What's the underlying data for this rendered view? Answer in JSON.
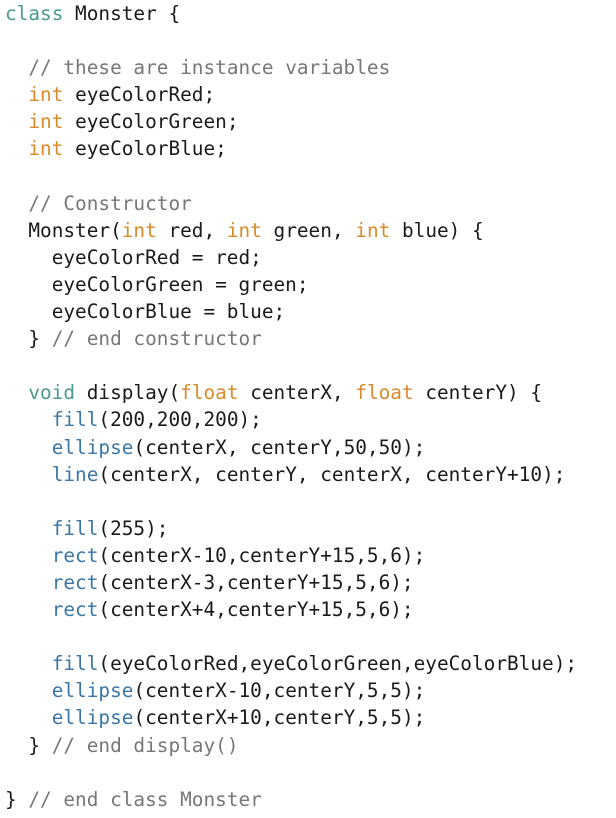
{
  "code": {
    "language": "Processing",
    "colors": {
      "keyword": "#4a9a8d",
      "type": "#d98a2a",
      "function": "#3a77a6",
      "comment": "#777777",
      "plain": "#1a1a1a",
      "background": "#ffffff"
    },
    "lines": [
      [
        {
          "t": "keyword",
          "v": "class"
        },
        {
          "t": "plain",
          "v": " Monster {"
        }
      ],
      [],
      [
        {
          "t": "plain",
          "v": "  "
        },
        {
          "t": "comment",
          "v": "// these are instance variables"
        }
      ],
      [
        {
          "t": "plain",
          "v": "  "
        },
        {
          "t": "type",
          "v": "int"
        },
        {
          "t": "plain",
          "v": " eyeColorRed;"
        }
      ],
      [
        {
          "t": "plain",
          "v": "  "
        },
        {
          "t": "type",
          "v": "int"
        },
        {
          "t": "plain",
          "v": " eyeColorGreen;"
        }
      ],
      [
        {
          "t": "plain",
          "v": "  "
        },
        {
          "t": "type",
          "v": "int"
        },
        {
          "t": "plain",
          "v": " eyeColorBlue;"
        }
      ],
      [],
      [
        {
          "t": "plain",
          "v": "  "
        },
        {
          "t": "comment",
          "v": "// Constructor"
        }
      ],
      [
        {
          "t": "plain",
          "v": "  Monster("
        },
        {
          "t": "type",
          "v": "int"
        },
        {
          "t": "plain",
          "v": " red, "
        },
        {
          "t": "type",
          "v": "int"
        },
        {
          "t": "plain",
          "v": " green, "
        },
        {
          "t": "type",
          "v": "int"
        },
        {
          "t": "plain",
          "v": " blue) {"
        }
      ],
      [
        {
          "t": "plain",
          "v": "    eyeColorRed = red;"
        }
      ],
      [
        {
          "t": "plain",
          "v": "    eyeColorGreen = green;"
        }
      ],
      [
        {
          "t": "plain",
          "v": "    eyeColorBlue = blue;"
        }
      ],
      [
        {
          "t": "plain",
          "v": "  } "
        },
        {
          "t": "comment",
          "v": "// end constructor"
        }
      ],
      [],
      [
        {
          "t": "plain",
          "v": "  "
        },
        {
          "t": "keyword",
          "v": "void"
        },
        {
          "t": "plain",
          "v": " display("
        },
        {
          "t": "type",
          "v": "float"
        },
        {
          "t": "plain",
          "v": " centerX, "
        },
        {
          "t": "type",
          "v": "float"
        },
        {
          "t": "plain",
          "v": " centerY) {"
        }
      ],
      [
        {
          "t": "plain",
          "v": "    "
        },
        {
          "t": "func",
          "v": "fill"
        },
        {
          "t": "plain",
          "v": "(200,200,200);"
        }
      ],
      [
        {
          "t": "plain",
          "v": "    "
        },
        {
          "t": "func",
          "v": "ellipse"
        },
        {
          "t": "plain",
          "v": "(centerX, centerY,50,50);"
        }
      ],
      [
        {
          "t": "plain",
          "v": "    "
        },
        {
          "t": "func",
          "v": "line"
        },
        {
          "t": "plain",
          "v": "(centerX, centerY, centerX, centerY+10);"
        }
      ],
      [],
      [
        {
          "t": "plain",
          "v": "    "
        },
        {
          "t": "func",
          "v": "fill"
        },
        {
          "t": "plain",
          "v": "(255);"
        }
      ],
      [
        {
          "t": "plain",
          "v": "    "
        },
        {
          "t": "func",
          "v": "rect"
        },
        {
          "t": "plain",
          "v": "(centerX-10,centerY+15,5,6);"
        }
      ],
      [
        {
          "t": "plain",
          "v": "    "
        },
        {
          "t": "func",
          "v": "rect"
        },
        {
          "t": "plain",
          "v": "(centerX-3,centerY+15,5,6);"
        }
      ],
      [
        {
          "t": "plain",
          "v": "    "
        },
        {
          "t": "func",
          "v": "rect"
        },
        {
          "t": "plain",
          "v": "(centerX+4,centerY+15,5,6);"
        }
      ],
      [],
      [
        {
          "t": "plain",
          "v": "    "
        },
        {
          "t": "func",
          "v": "fill"
        },
        {
          "t": "plain",
          "v": "(eyeColorRed,eyeColorGreen,eyeColorBlue);"
        }
      ],
      [
        {
          "t": "plain",
          "v": "    "
        },
        {
          "t": "func",
          "v": "ellipse"
        },
        {
          "t": "plain",
          "v": "(centerX-10,centerY,5,5);"
        }
      ],
      [
        {
          "t": "plain",
          "v": "    "
        },
        {
          "t": "func",
          "v": "ellipse"
        },
        {
          "t": "plain",
          "v": "(centerX+10,centerY,5,5);"
        }
      ],
      [
        {
          "t": "plain",
          "v": "  } "
        },
        {
          "t": "comment",
          "v": "// end display()"
        }
      ],
      [],
      [
        {
          "t": "plain",
          "v": "} "
        },
        {
          "t": "comment",
          "v": "// end class Monster"
        }
      ]
    ]
  }
}
